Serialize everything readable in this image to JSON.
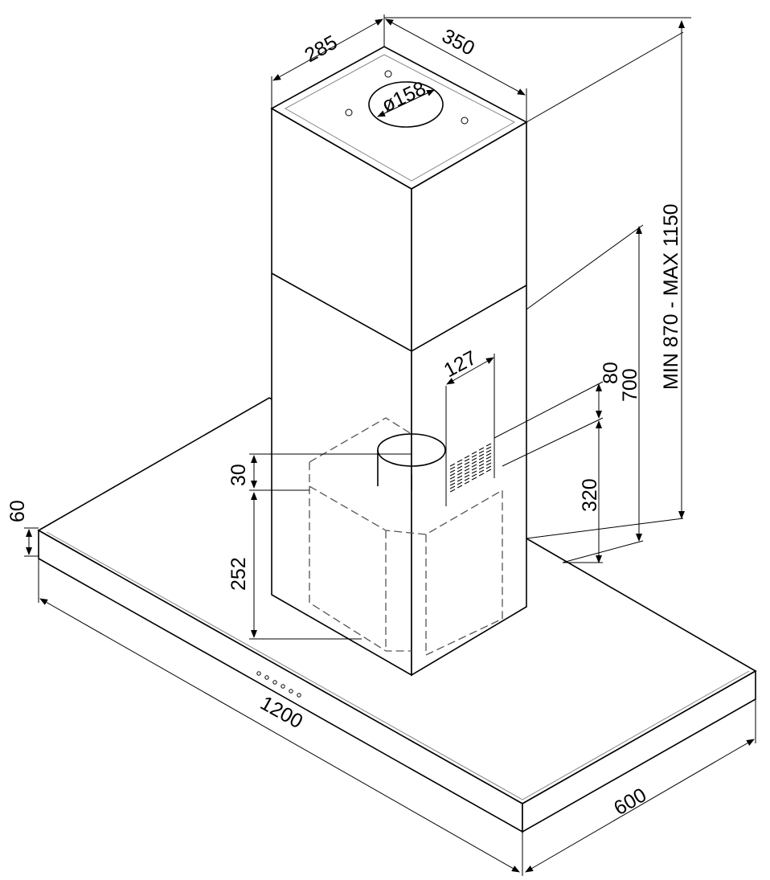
{
  "dimensions": {
    "chimney_depth": "285",
    "chimney_width": "350",
    "outlet_diameter": "ø158",
    "height_range": "MIN 870 - MAX 1150",
    "chimney_lower": "700",
    "grille_width": "127",
    "grille_offset": "80",
    "grille_height": "320",
    "motor_offset": "30",
    "motor_height": "252",
    "hood_thickness": "60",
    "hood_width": "1200",
    "hood_depth": "600"
  }
}
